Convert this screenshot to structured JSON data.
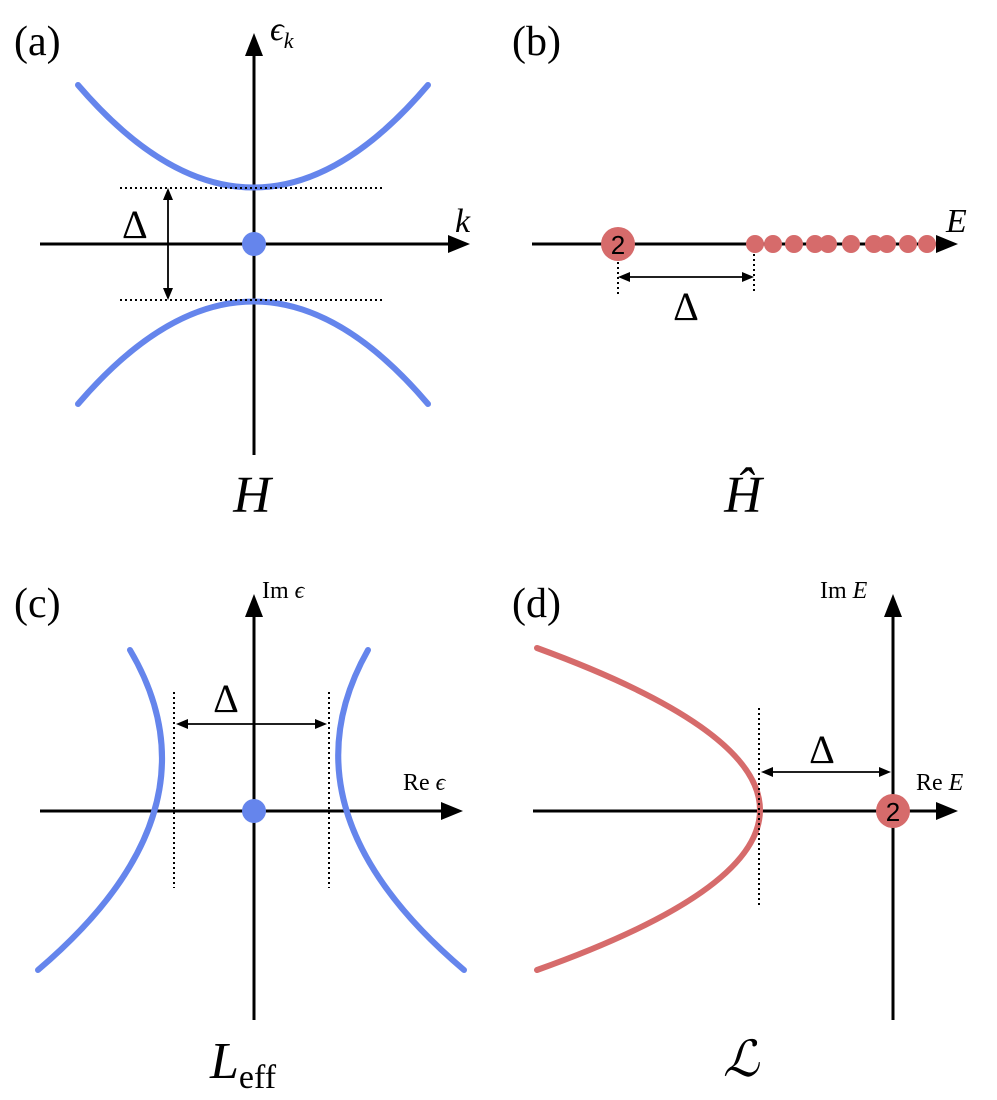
{
  "panels": {
    "a": {
      "tag": "(a)",
      "y_axis": "ϵ",
      "y_axis_sub": "k",
      "x_axis": "k",
      "gap": "Δ",
      "operator": "H"
    },
    "b": {
      "tag": "(b)",
      "x_axis": "E",
      "degeneracy": "2",
      "gap": "Δ",
      "operator": "Ĥ"
    },
    "c": {
      "tag": "(c)",
      "y_axis_pre": "Im ",
      "y_axis_var": "ϵ",
      "x_axis_pre": "Re ",
      "x_axis_var": "ϵ",
      "gap": "Δ",
      "operator": "L",
      "operator_sub": "eff"
    },
    "d": {
      "tag": "(d)",
      "y_axis_pre": "Im ",
      "y_axis_var": "E",
      "x_axis_pre": "Re ",
      "x_axis_var": "E",
      "gap": "Δ",
      "degeneracy": "2",
      "operator": "ℒ"
    }
  },
  "colors": {
    "blue": "#6585ec",
    "red": "#d66b6b",
    "axis": "#000000"
  }
}
